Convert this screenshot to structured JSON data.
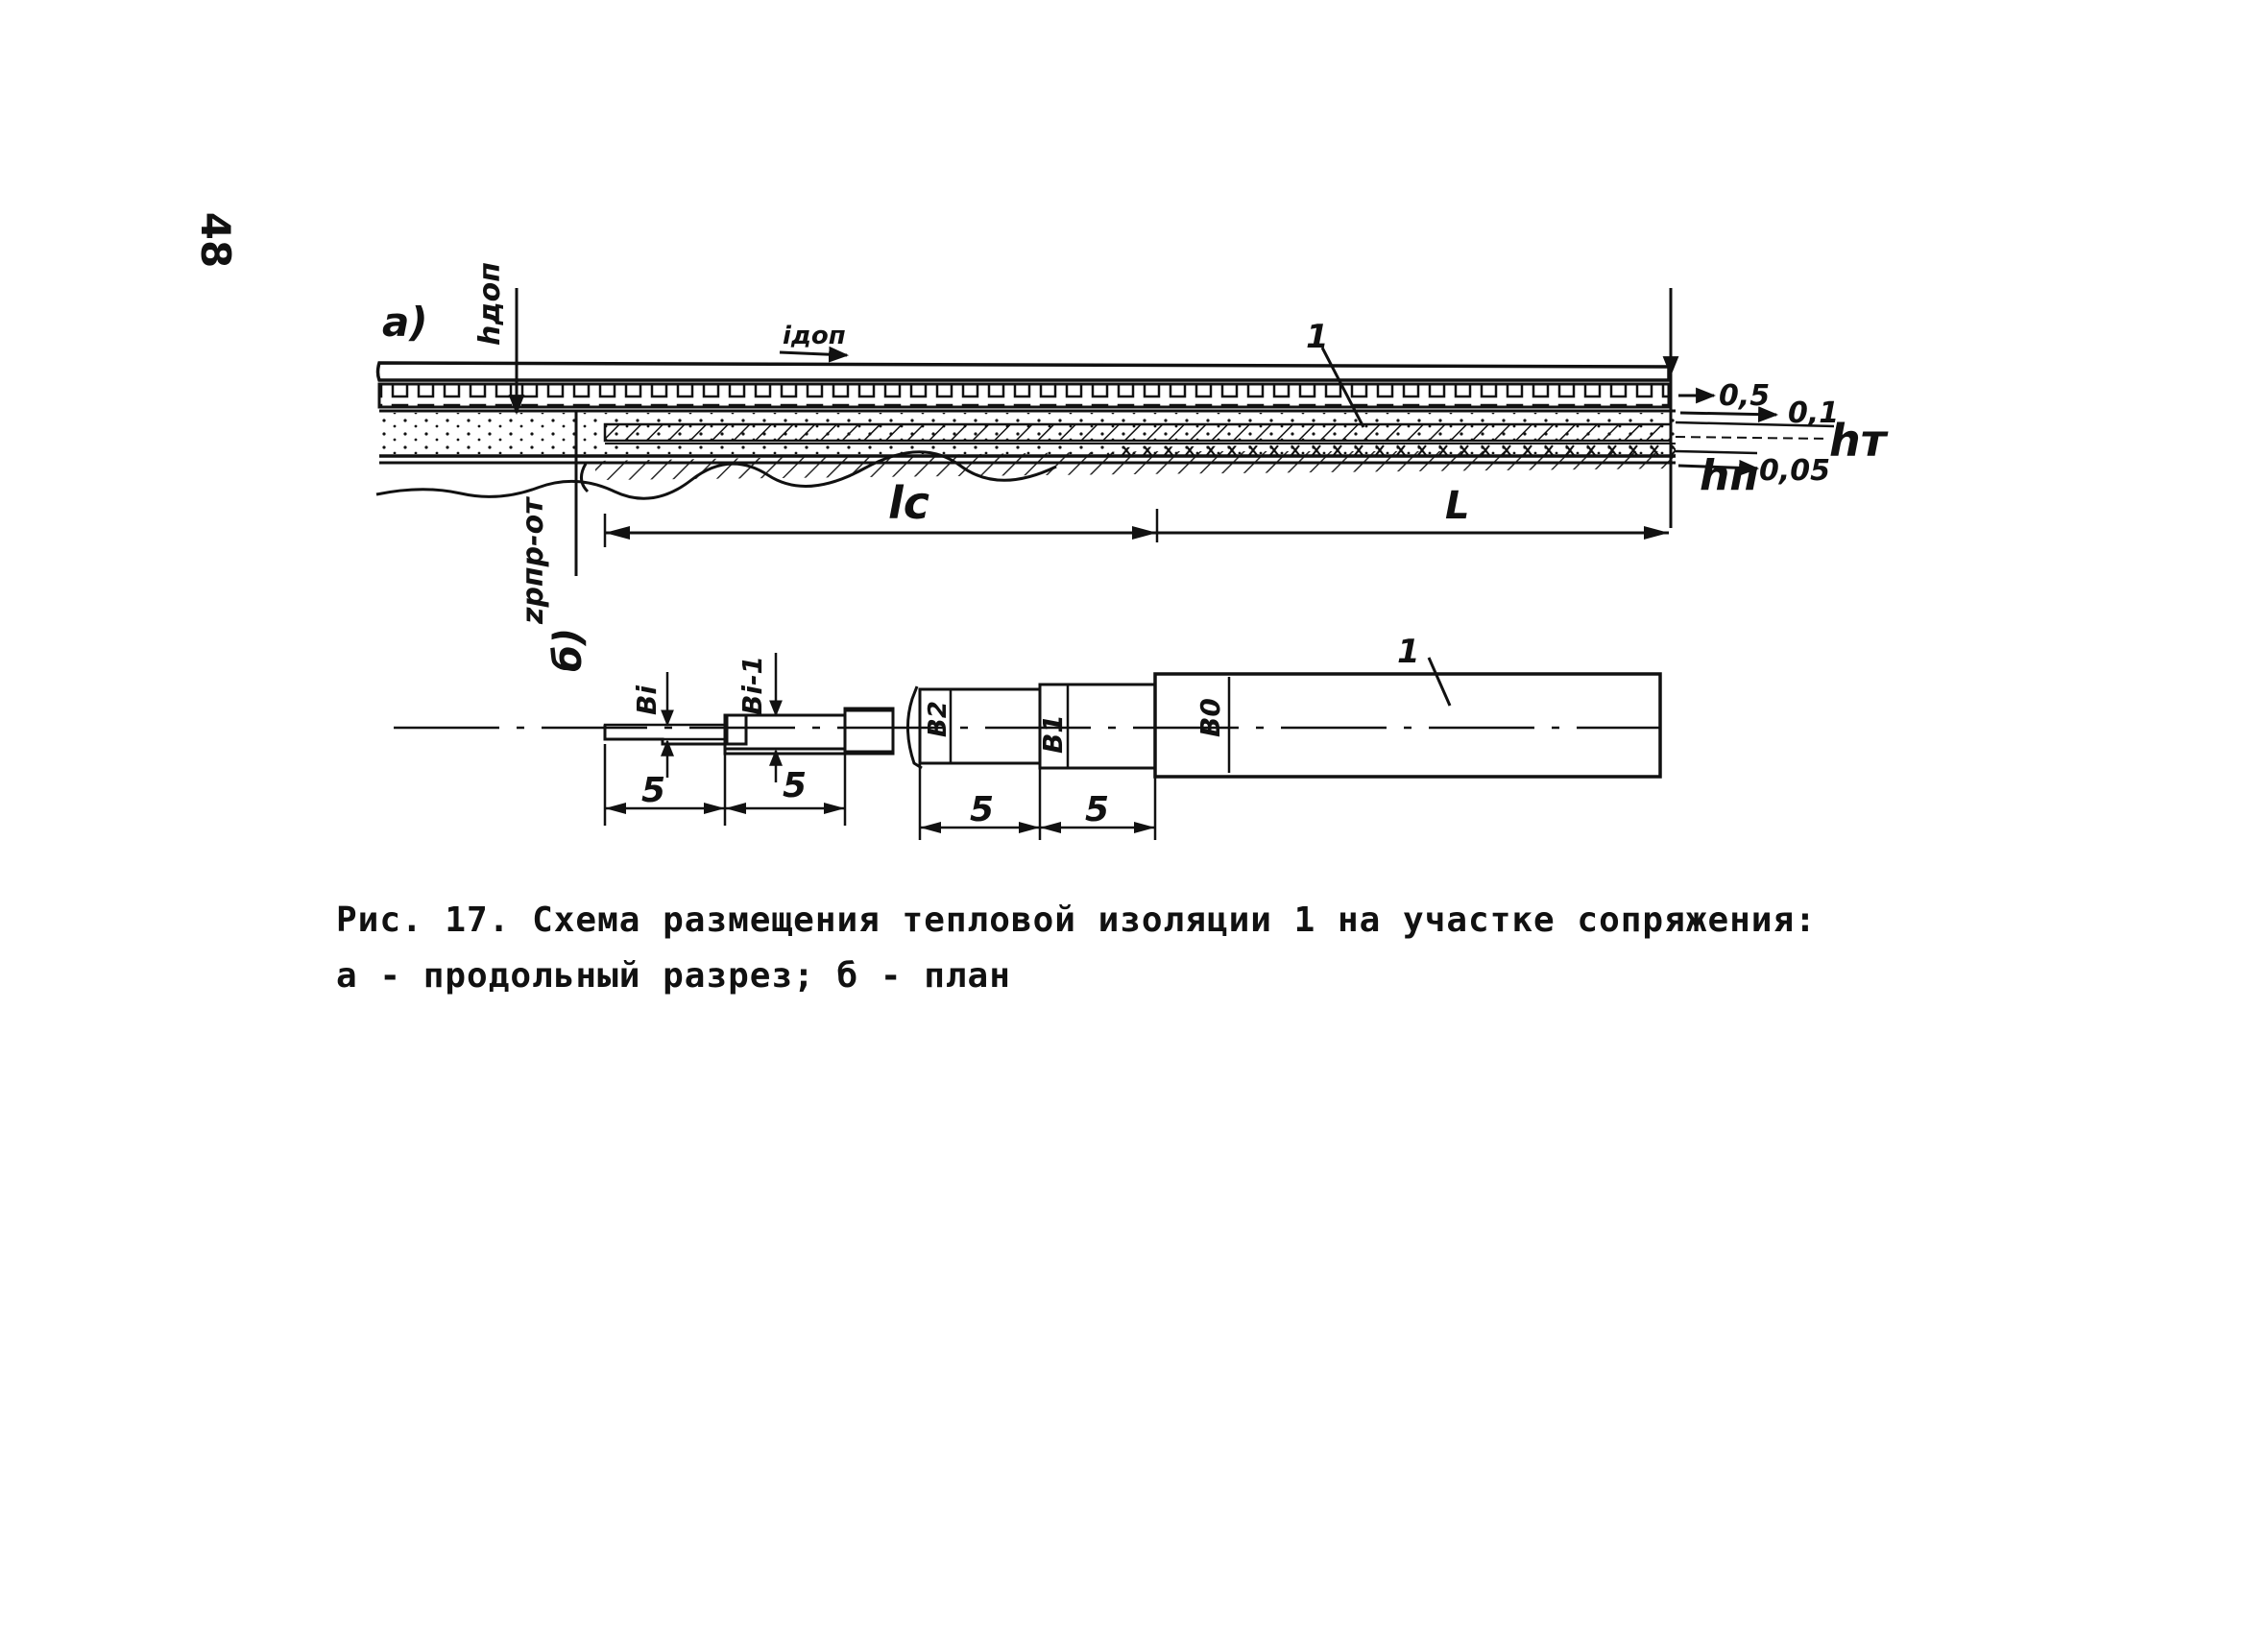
{
  "page_number": "48",
  "figure": {
    "section_a": {
      "label": "а)",
      "h_top": "hдоп",
      "i_top": "iдоп",
      "insulation": "1",
      "dim_05": "0,5",
      "dim_01": "0,1",
      "h_t": "hт",
      "h_p": "hп",
      "dim_005": "0,05",
      "l_c": "lс",
      "L": "L",
      "z_label": "zрпр-от"
    },
    "section_b": {
      "label": "б)",
      "b_i": "Bi",
      "b_i1": "Bi-1",
      "b_2": "B2",
      "b_1": "B1",
      "b_0": "B0",
      "insulation": "1",
      "dim_5": "5"
    }
  },
  "caption": {
    "line1": "Рис. 17. Схема размещения тепловой изоляции 1 на участке сопряжения:",
    "line2": "а - продольный разрез; б - план"
  }
}
